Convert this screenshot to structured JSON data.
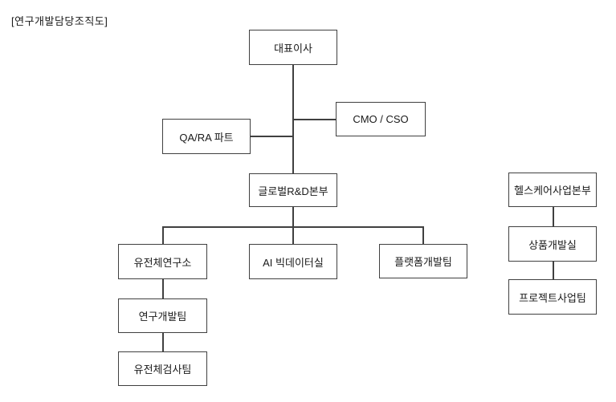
{
  "title": "[연구개발담당조직도]",
  "colors": {
    "background": "#ffffff",
    "line": "#404040",
    "text": "#1a1a1a"
  },
  "nodes": {
    "ceo": {
      "label": "대표이사"
    },
    "cmo_cso": {
      "label": "CMO / CSO"
    },
    "qa_ra": {
      "label": "QA/RA 파트"
    },
    "global_rnd": {
      "label": "글로벌R&D본부"
    },
    "genome_institute": {
      "label": "유전체연구소"
    },
    "ai_bigdata": {
      "label": "AI 빅데이터실"
    },
    "platform_dev": {
      "label": "플랫폼개발팀"
    },
    "rnd_team": {
      "label": "연구개발팀"
    },
    "genome_testing": {
      "label": "유전체검사팀"
    },
    "healthcare_division": {
      "label": "헬스케어사업본부"
    },
    "product_dev": {
      "label": "상품개발실"
    },
    "project_business": {
      "label": "프로젝트사업팀"
    }
  },
  "edges": [
    {
      "from": "ceo",
      "to": "cmo_cso"
    },
    {
      "from": "ceo",
      "to": "qa_ra"
    },
    {
      "from": "ceo",
      "to": "global_rnd"
    },
    {
      "from": "global_rnd",
      "to": "genome_institute"
    },
    {
      "from": "global_rnd",
      "to": "ai_bigdata"
    },
    {
      "from": "global_rnd",
      "to": "platform_dev"
    },
    {
      "from": "genome_institute",
      "to": "rnd_team"
    },
    {
      "from": "rnd_team",
      "to": "genome_testing"
    },
    {
      "from": "healthcare_division",
      "to": "product_dev"
    },
    {
      "from": "product_dev",
      "to": "project_business"
    }
  ]
}
